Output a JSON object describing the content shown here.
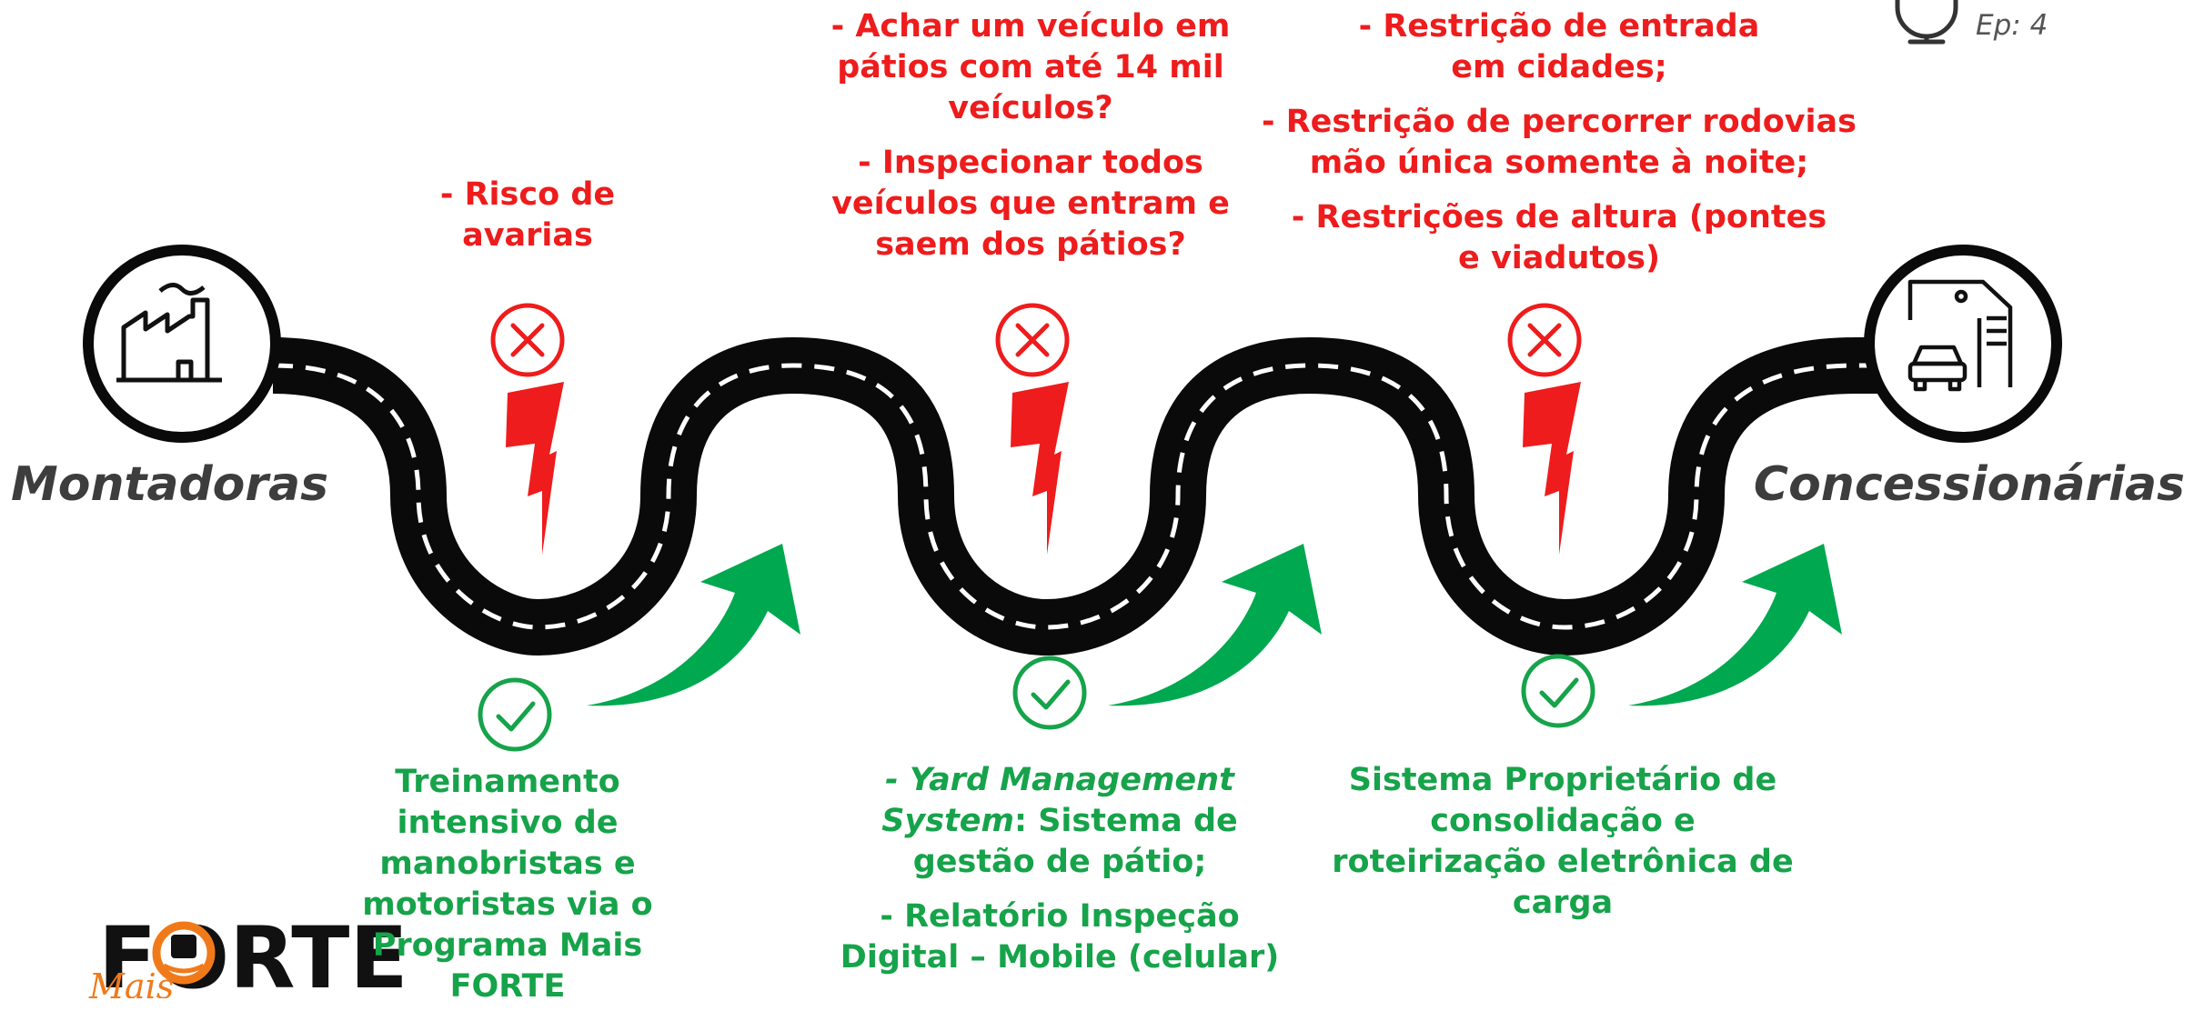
{
  "episode": "Ep: 4",
  "start": {
    "label": "Montadoras",
    "icon": "factory-icon"
  },
  "end": {
    "label": "Concessionárias",
    "icon": "car-garage-icon"
  },
  "problems": [
    {
      "icon": "error-x-icon",
      "lines": [
        "- Risco de avarias"
      ]
    },
    {
      "icon": "error-x-icon",
      "lines": [
        "- Achar um veículo em pátios com até 14 mil veículos?",
        "- Inspecionar todos veículos que entram e saem dos pátios?"
      ]
    },
    {
      "icon": "error-x-icon",
      "lines": [
        "- Restrição de entrada em cidades;",
        "- Restrição de percorrer rodovias mão única somente à noite;",
        "- Restrições de altura (pontes e viadutos)"
      ]
    }
  ],
  "solutions": [
    {
      "icon": "check-icon",
      "text": "Treinamento intensivo de manobristas e motoristas via o Programa Mais FORTE"
    },
    {
      "icon": "check-icon",
      "item1_prefix": "- ",
      "item1_emph": "Yard Management System",
      "item1_rest": ": Sistema de gestão de pátio;",
      "item2": "- Relatório Inspeção Digital – Mobile (celular)"
    },
    {
      "icon": "check-icon",
      "text": "Sistema Proprietário de consolidação e roteirização eletrônica de carga"
    }
  ],
  "logo": {
    "text": "FORTE",
    "tagline": "Mais"
  },
  "colors": {
    "problem": "#ee1c1c",
    "solution": "#16a34a",
    "road": "#0a0a0a",
    "arrow": "#00a84f"
  }
}
